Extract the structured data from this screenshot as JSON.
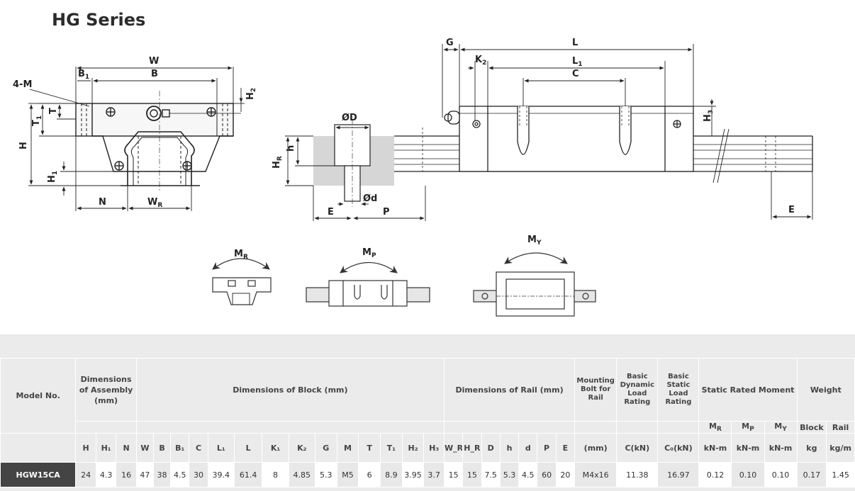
{
  "title": "HG Series",
  "diagram_labels": {
    "W": "W",
    "B": "B",
    "B1": "B",
    "B1_sub": "1",
    "fourM": "4-M",
    "T": "T",
    "T1": "T",
    "T1_sub": "1",
    "H": "H",
    "H1": "H",
    "H1_sub": "1",
    "H2": "H",
    "H2_sub": "2",
    "N": "N",
    "WR": "W",
    "WR_sub": "R",
    "phiD": "ØD",
    "h": "h",
    "HR": "H",
    "HR_sub": "R",
    "phid": "Ød",
    "E_left": "E",
    "P": "P",
    "G": "G",
    "L": "L",
    "K2": "K",
    "K2_sub": "2",
    "L1": "L",
    "L1_sub": "1",
    "C": "C",
    "H3": "H",
    "H3_sub": "3",
    "E_right": "E",
    "MR": "M",
    "MR_sub": "R",
    "MP": "M",
    "MP_sub": "P",
    "MY": "M",
    "MY_sub": "Y"
  },
  "table": {
    "header1": {
      "model": "Model No.",
      "assembly": "Dimensions of Assembly (mm)",
      "block": "Dimensions of Block (mm)",
      "rail": "Dimensions of Rail (mm)",
      "bolt": "Mounting Bolt for Rail",
      "dynamic": "Basic Dynamic Load Rating",
      "static": "Basic Static Load Rating",
      "moment": "Static Rated Moment",
      "weight": "Weight"
    },
    "header2": {
      "block": "Block",
      "rail": "Rail",
      "mr": "M",
      "mr_sub": "R",
      "mp": "M",
      "mp_sub": "P",
      "my": "M",
      "my_sub": "Y"
    },
    "header3": [
      "H",
      "H₁",
      "N",
      "W",
      "B",
      "B₁",
      "C",
      "L₁",
      "L",
      "K₁",
      "K₂",
      "G",
      "M",
      "T",
      "T₁",
      "H₂",
      "H₃",
      "W_R",
      "H_R",
      "D",
      "h",
      "d",
      "P",
      "E",
      "(mm)",
      "C(kN)",
      "C₀(kN)",
      "kN-m",
      "kN-m",
      "kN-m",
      "kg",
      "kg/m"
    ],
    "row": {
      "model": "HGW15CA",
      "values": [
        "24",
        "4.3",
        "16",
        "47",
        "38",
        "4.5",
        "30",
        "39.4",
        "61.4",
        "8",
        "4.85",
        "5.3",
        "M5",
        "6",
        "8.9",
        "3.95",
        "3.7",
        "15",
        "15",
        "7.5",
        "5.3",
        "4.5",
        "60",
        "20",
        "M4x16",
        "11.38",
        "16.97",
        "0.12",
        "0.10",
        "0.10",
        "0.17",
        "1.45"
      ]
    }
  }
}
